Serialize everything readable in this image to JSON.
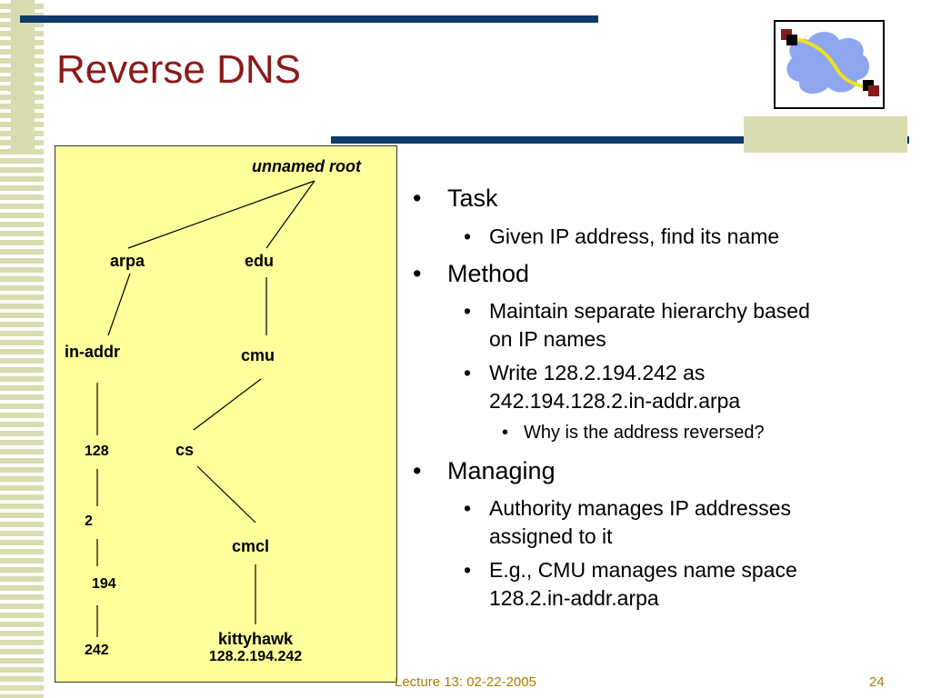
{
  "slide": {
    "title": "Reverse DNS",
    "footer": "Lecture 13: 02-22-2005",
    "page_number": "24"
  },
  "diagram": {
    "root": "unnamed root",
    "arpa": "arpa",
    "edu": "edu",
    "in_addr": "in-addr",
    "cmu": "cmu",
    "n128": "128",
    "cs": "cs",
    "n2": "2",
    "cmcl": "cmcl",
    "n194": "194",
    "kittyhawk": "kittyhawk",
    "kittyhawk_ip": "128.2.194.242",
    "n242": "242"
  },
  "bullets": {
    "task": "Task",
    "task_sub1": "Given IP address, find its name",
    "method": "Method",
    "method_sub1_line1": "Maintain separate hierarchy based",
    "method_sub1_line2": "on IP names",
    "method_sub2_line1": "Write 128.2.194.242 as",
    "method_sub2_line2": "242.194.128.2.in-addr.arpa",
    "method_sub2_sub1": "Why is the address reversed?",
    "managing": "Managing",
    "managing_sub1_line1": "Authority manages IP addresses",
    "managing_sub1_line2": "assigned to it",
    "managing_sub2_line1": "E.g., CMU manages name space",
    "managing_sub2_line2": "128.2.in-addr.arpa"
  },
  "colors": {
    "title": "#8b1a1a",
    "bar": "#0f3a6a",
    "panel": "#ffff9c",
    "stripe": "#d8dcae",
    "footer": "#a67c00"
  }
}
